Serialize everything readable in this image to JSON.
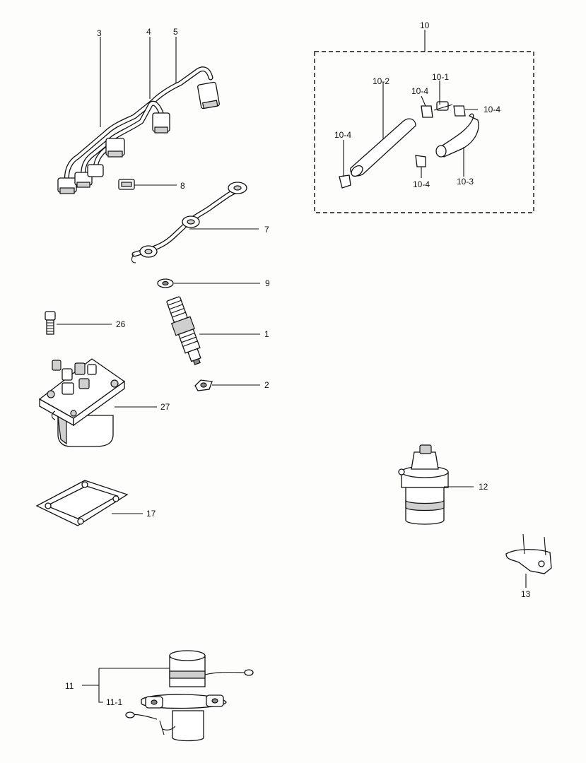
{
  "callouts": {
    "c1": "1",
    "c2": "2",
    "c3": "3",
    "c4": "4",
    "c5": "5",
    "c7": "7",
    "c8": "8",
    "c9": "9",
    "c10": "10",
    "c10_1": "10-1",
    "c10_2": "10-2",
    "c10_3": "10-3",
    "c10_4_a": "10-4",
    "c10_4_b": "10-4",
    "c10_4_c": "10-4",
    "c10_4_d": "10-4",
    "c11": "11",
    "c11_1": "11-1",
    "c12": "12",
    "c13": "13",
    "c17": "17",
    "c26": "26",
    "c27": "27"
  }
}
